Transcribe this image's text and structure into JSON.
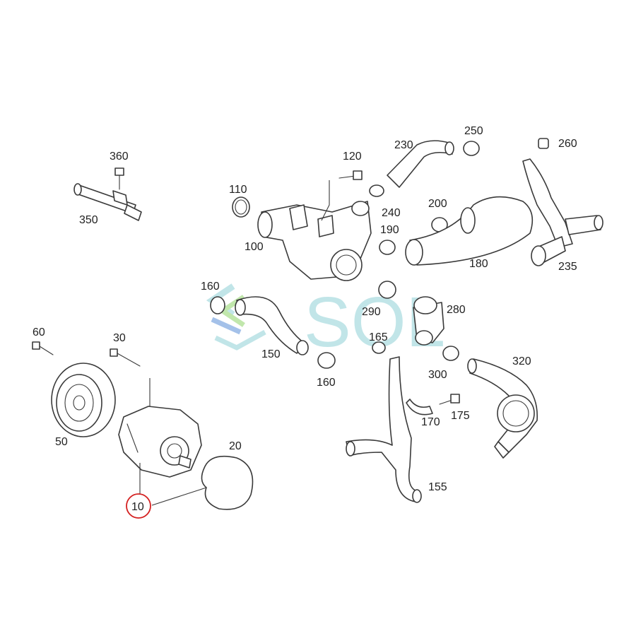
{
  "labels": [
    "10",
    "20",
    "30",
    "50",
    "60",
    "100",
    "110",
    "120",
    "150",
    "155",
    "160",
    "160",
    "165",
    "170",
    "175",
    "180",
    "190",
    "200",
    "230",
    "235",
    "240",
    "250",
    "260",
    "280",
    "290",
    "300",
    "320",
    "350",
    "360"
  ],
  "highlighted_label": "10",
  "watermark": "SOL",
  "colors": {
    "line": "#3a3a3a",
    "highlight": "#d42020",
    "watermark_teal": "#8fd0d6",
    "watermark_blue": "#5a8fd8",
    "watermark_green": "#8fd46a"
  }
}
